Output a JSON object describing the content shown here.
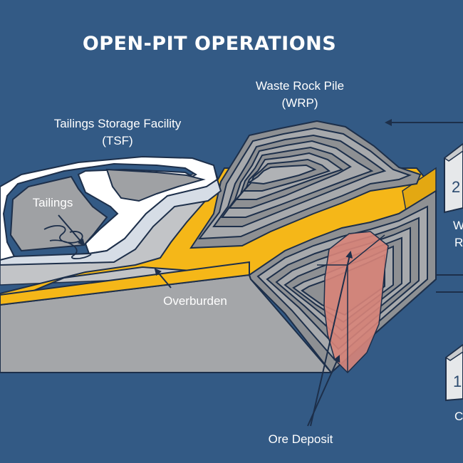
{
  "title": "OPEN-PIT OPERATIONS",
  "labels": {
    "waste_rock_line1": "Waste Rock Pile",
    "waste_rock_line2": "(WRP)",
    "tsf_line1": "Tailings Storage Facility",
    "tsf_line2": "(TSF)",
    "tailings": "Tailings",
    "overburden": "Overburden",
    "ore_deposit": "Ore Deposit"
  },
  "side_cut": {
    "box_top_number": "2",
    "box_top_caption_1": "W",
    "box_top_caption_2": "R",
    "box_bottom_number": "1",
    "box_bottom_caption": "C"
  },
  "colors": {
    "background": "#335a85",
    "ground_front": "#a4a6a9",
    "ground_top": "#c9cbcd",
    "overburden": "#f5b718",
    "rock": "#9fa1a4",
    "ore": "#d88479",
    "outline": "#1d2f4a",
    "tsf_wall": "#ffffff"
  }
}
